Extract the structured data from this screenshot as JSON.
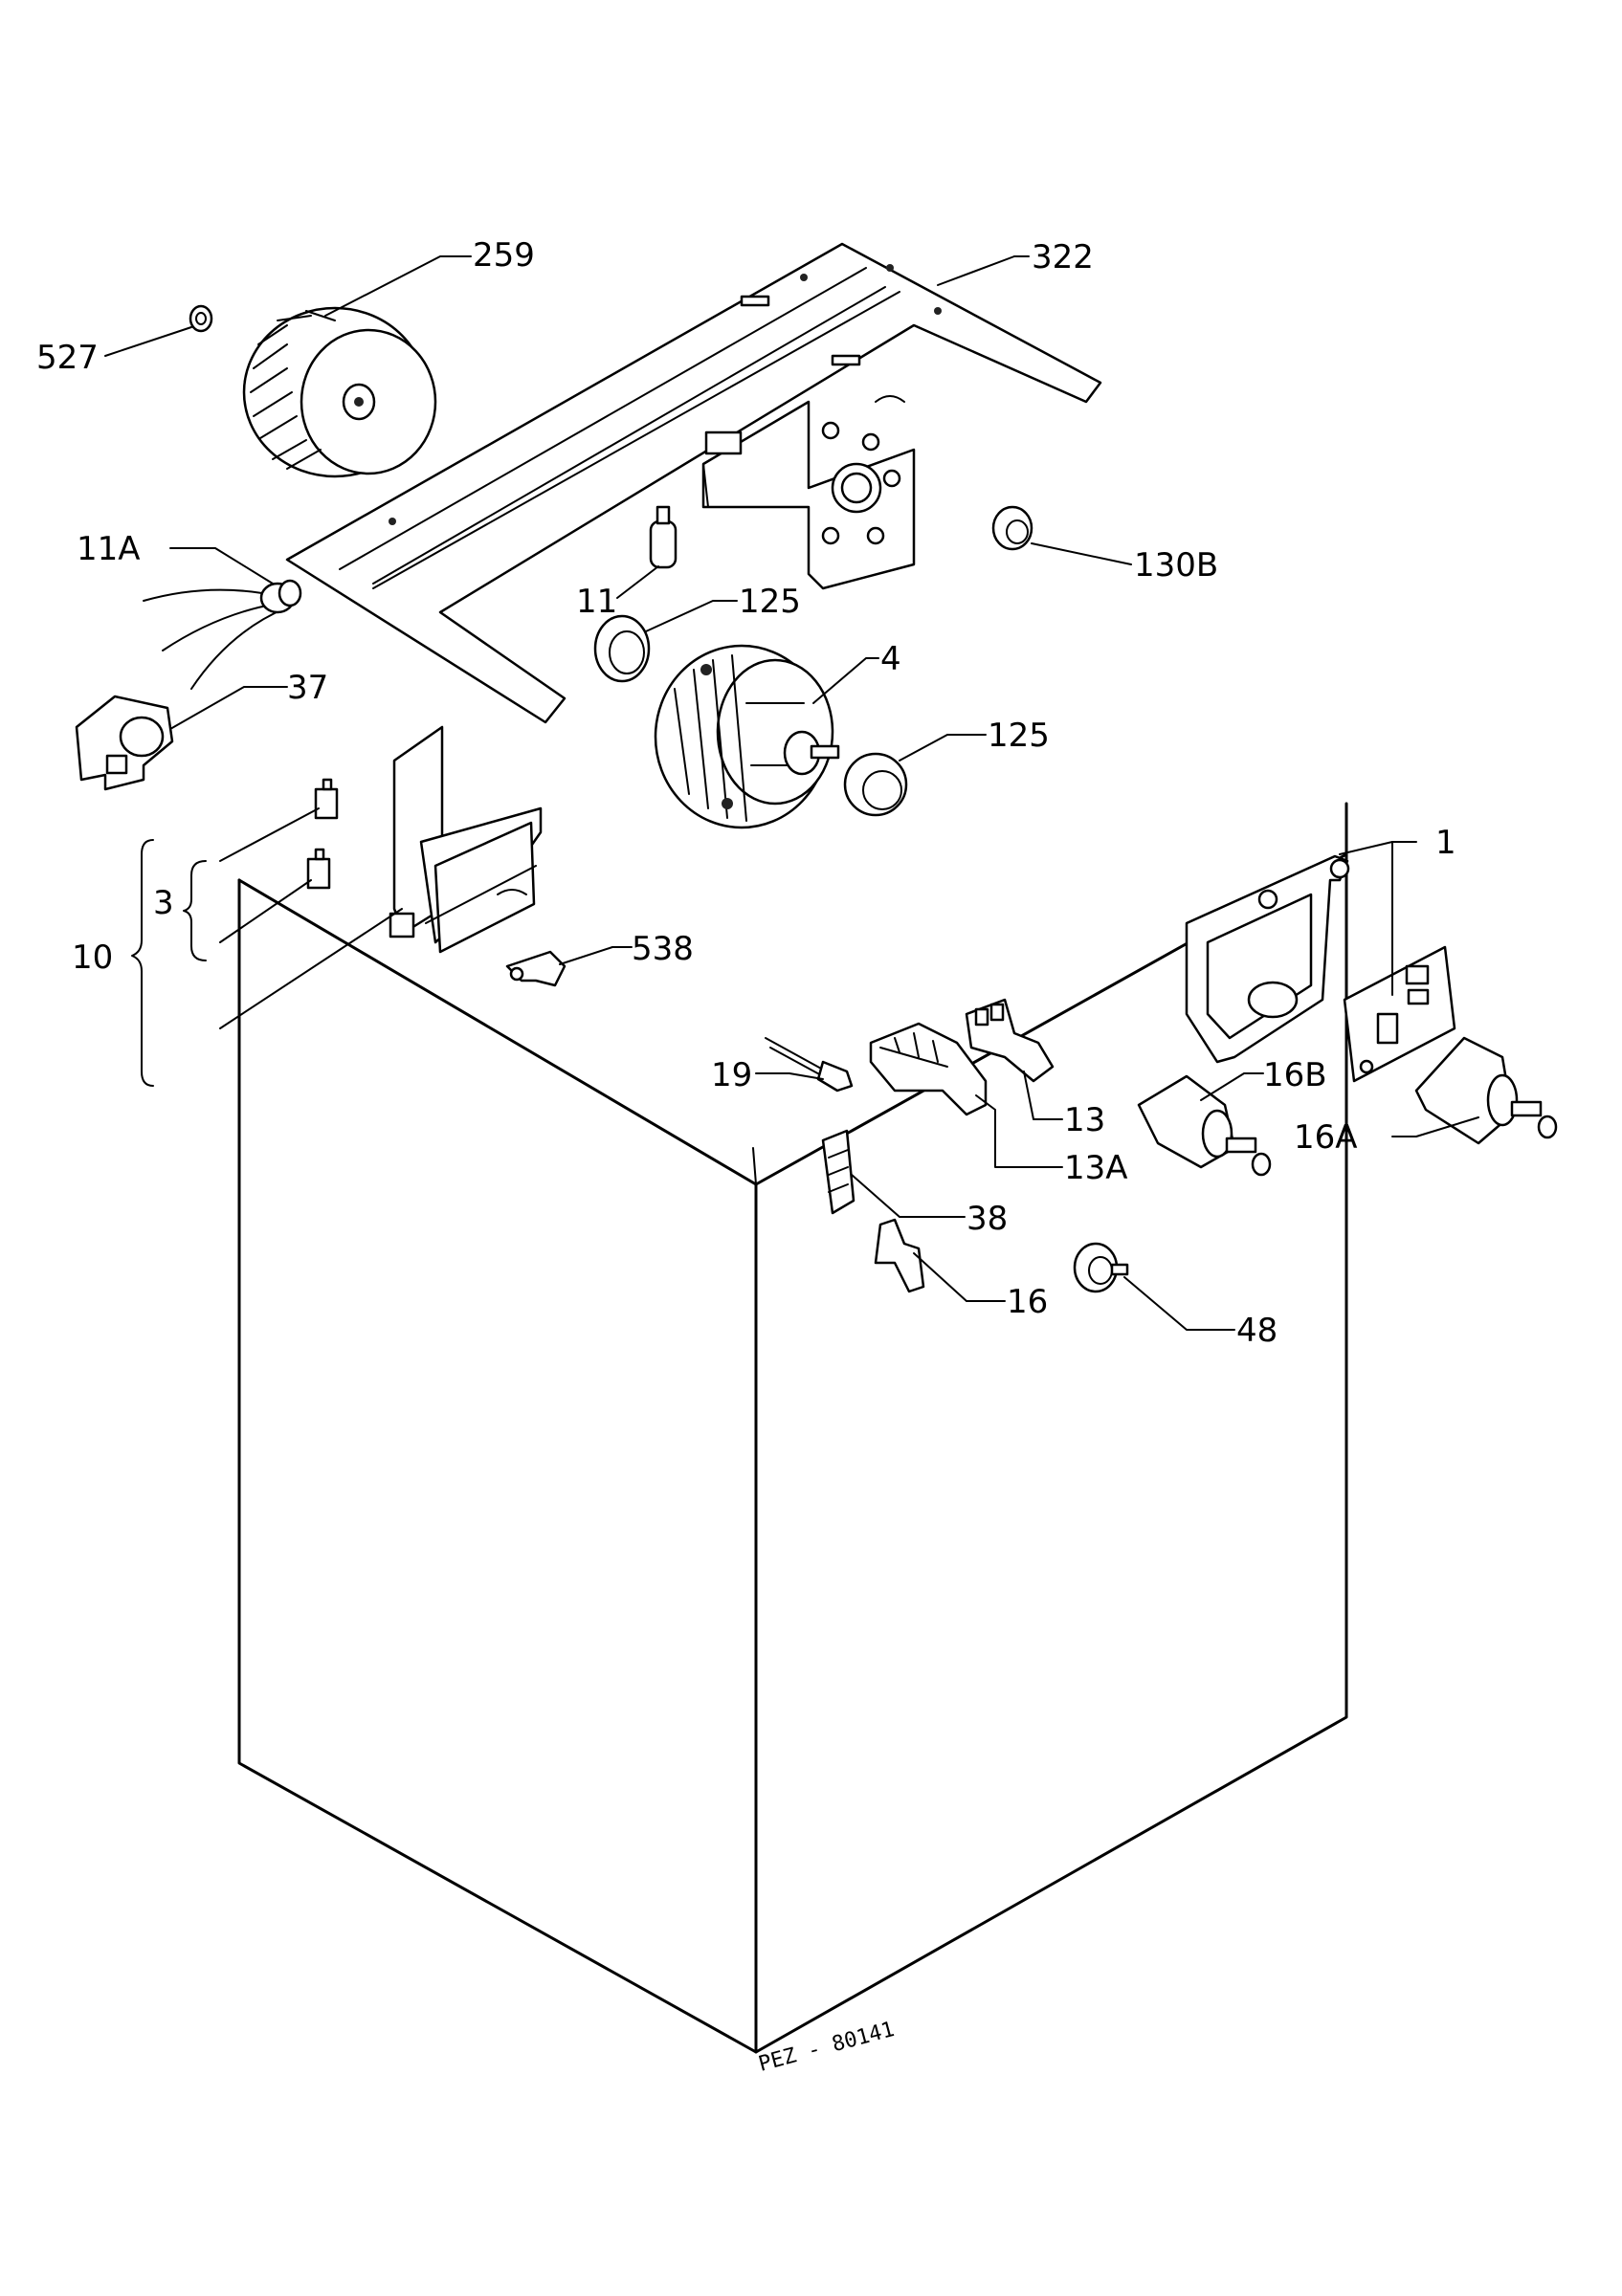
{
  "labels": {
    "p259": "259",
    "p322": "322",
    "p527": "527",
    "p11A": "11A",
    "p130B": "130B",
    "p11": "11",
    "p125a": "125",
    "p4": "4",
    "p37": "37",
    "p125b": "125",
    "p1": "1",
    "p3": "3",
    "p10": "10",
    "p538": "538",
    "p16B": "16B",
    "p19": "19",
    "p13": "13",
    "p16A": "16A",
    "p13A": "13A",
    "p38": "38",
    "p16": "16",
    "p48": "48"
  },
  "drawing_code": "PEZ - 80141"
}
